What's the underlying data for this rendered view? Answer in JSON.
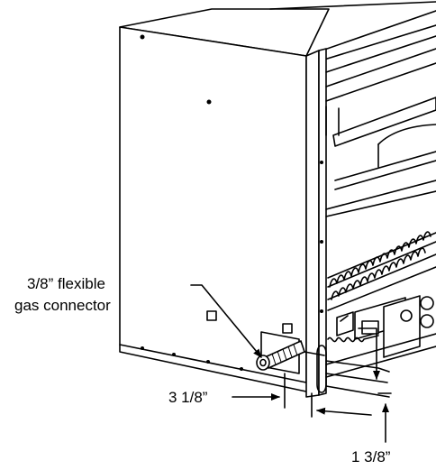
{
  "labels": {
    "connector_line1": "3/8” flexible",
    "connector_line2": "gas connector",
    "dim_horizontal": "3 1/8”",
    "dim_vertical": "1 3/8”"
  },
  "colors": {
    "stroke": "#000000",
    "background": "#ffffff",
    "shading": "#000000"
  }
}
